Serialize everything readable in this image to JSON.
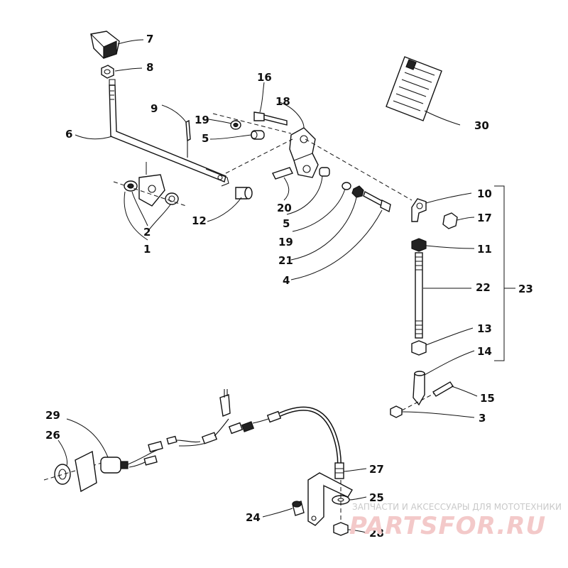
{
  "labels": [
    {
      "id": "7",
      "text": "7"
    },
    {
      "id": "8",
      "text": "8"
    },
    {
      "id": "9",
      "text": "9"
    },
    {
      "id": "6",
      "text": "6"
    },
    {
      "id": "16",
      "text": "16"
    },
    {
      "id": "18",
      "text": "18"
    },
    {
      "id": "19a",
      "text": "19"
    },
    {
      "id": "5a",
      "text": "5"
    },
    {
      "id": "30",
      "text": "30"
    },
    {
      "id": "2",
      "text": "2"
    },
    {
      "id": "1",
      "text": "1"
    },
    {
      "id": "12",
      "text": "12"
    },
    {
      "id": "20",
      "text": "20"
    },
    {
      "id": "5b",
      "text": "5"
    },
    {
      "id": "19b",
      "text": "19"
    },
    {
      "id": "21",
      "text": "21"
    },
    {
      "id": "4",
      "text": "4"
    },
    {
      "id": "10",
      "text": "10"
    },
    {
      "id": "17",
      "text": "17"
    },
    {
      "id": "11",
      "text": "11"
    },
    {
      "id": "22",
      "text": "22"
    },
    {
      "id": "23",
      "text": "23"
    },
    {
      "id": "13",
      "text": "13"
    },
    {
      "id": "14",
      "text": "14"
    },
    {
      "id": "15",
      "text": "15"
    },
    {
      "id": "3",
      "text": "3"
    },
    {
      "id": "29",
      "text": "29"
    },
    {
      "id": "26",
      "text": "26"
    },
    {
      "id": "27",
      "text": "27"
    },
    {
      "id": "25",
      "text": "25"
    },
    {
      "id": "24",
      "text": "24"
    },
    {
      "id": "28",
      "text": "28"
    }
  ],
  "watermark": {
    "tagline": "ЗАПЧАСТИ И АКСЕССУАРЫ ДЛЯ МОТОТЕХНИКИ",
    "logo": "PARTSFOR.RU"
  }
}
